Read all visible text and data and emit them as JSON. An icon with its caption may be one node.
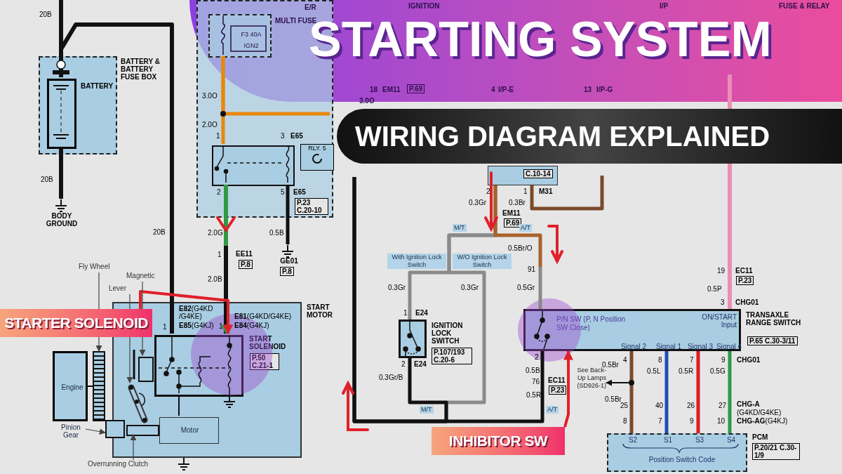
{
  "diagram": {
    "title": "STARTING SYSTEM",
    "nodes": [
      {
        "text": [
          "BATTERY & BATTERY FUSE BOX"
        ]
      },
      {
        "text": [
          "BATTERY"
        ],
        "in": 0
      },
      {
        "text": [
          "BODY GROUND"
        ]
      },
      {
        "text": [
          "E/R"
        ]
      },
      {
        "text": [
          "MULTI FUSE",
          "F3 40A",
          "IGN2"
        ],
        "in": 3
      },
      {
        "text": [],
        "shape": "box",
        "in": 3
      },
      {
        "text": [
          "GE01",
          "P.8"
        ]
      },
      {
        "text": [
          "START MOTOR"
        ]
      },
      {
        "text": [
          "START SOLENOID",
          "P.50 C.21-1"
        ],
        "in": 7
      },
      {
        "text": [
          "Engine"
        ]
      },
      {
        "text": [
          "Fly Wheel"
        ]
      },
      {
        "text": [],
        "shape": "bar"
      },
      {
        "text": [
          "Motor"
        ],
        "in": 7
      },
      {
        "text": [
          "IGNITION LOCK SWITCH",
          "P.107/193 C.20-6"
        ]
      },
      {
        "text": [
          "P/N SW (P, N Position SW Close)",
          "ON/START Input",
          "Signal 2",
          "Signal 1",
          "Signal 3",
          "Signal 4",
          "TRANSAXLE RANGE SWITCH",
          "P.65 C.30-3/11"
        ]
      },
      {
        "text": [
          "S2",
          "S1",
          "S3",
          "S4",
          "Position Switch Code",
          "PCM",
          "P.20/21 C.30-1/9"
        ]
      },
      {
        "text": [
          "STARTER SOLENOID"
        ]
      },
      {
        "text": [
          "INHIBITOR SW"
        ]
      },
      {
        "text": [
          "Magnetic"
        ]
      },
      {
        "text": [
          "Lever"
        ]
      },
      {
        "text": [
          "Pinion Gear"
        ]
      },
      {
        "text": [
          "Overrunning Clutch"
        ]
      },
      {
        "text": [
          "See Back-Up Lamps (SD926-1)"
        ]
      },
      {
        "text": [
          "C.10-14"
        ]
      },
      {
        "text": [],
        "shape": "box",
        "in": 7
      },
      {
        "text": [],
        "shape": "bar",
        "in": 7
      },
      {
        "text": [],
        "shape": "box"
      },
      {
        "text": [],
        "shape": "box",
        "in": 7
      }
    ],
    "edges": [
      {
        "from": null,
        "to": 1,
        "arrow": "none"
      },
      {
        "from": 1,
        "to": 8,
        "arrow": "none"
      },
      {
        "from": 1,
        "to": 2,
        "arrow": "none"
      },
      {
        "from": 4,
        "to": 5,
        "arrow": "none",
        "color": "#e8870c"
      },
      {
        "from": 4,
        "to": null,
        "arrow": "none",
        "color": "#e8870c"
      },
      {
        "from": 5,
        "to": 6,
        "arrow": "none"
      },
      {
        "from": 5,
        "to": 8,
        "arrow": "to",
        "color": "#2e9a45"
      },
      {
        "from": 8,
        "to": 12,
        "arrow": "none"
      },
      {
        "from": null,
        "to": 23,
        "arrow": "none",
        "color": "#7a4a2a"
      },
      {
        "from": 23,
        "to": 13,
        "arrow": "none",
        "color": "#8a8a8a"
      },
      {
        "from": 23,
        "to": null,
        "arrow": "none",
        "color": "#8a8a8a"
      },
      {
        "from": 23,
        "to": 14,
        "arrow": "none",
        "color": "#a8632a"
      },
      {
        "from": 13,
        "to": null,
        "arrow": "none"
      },
      {
        "from": 14,
        "to": null,
        "arrow": "none"
      },
      {
        "from": null,
        "to": 14,
        "arrow": "none",
        "color": "#e88fb5"
      },
      {
        "from": 14,
        "to": 15,
        "arrow": "none",
        "color": "#7a4a2a"
      },
      {
        "from": 14,
        "to": 15,
        "arrow": "none",
        "color": "#1f4fb0"
      },
      {
        "from": 14,
        "to": 15,
        "arrow": "none",
        "color": "#e01b1b"
      },
      {
        "from": 14,
        "to": 15,
        "arrow": "none",
        "color": "#2e9a45"
      },
      {
        "from": null,
        "to": 22,
        "arrow": "to"
      },
      {
        "from": 16,
        "to": 8,
        "arrow": "to",
        "color": "#e0202a"
      },
      {
        "from": 17,
        "to": 14,
        "arrow": "to",
        "color": "#e0202a"
      },
      {
        "from": 10,
        "to": 11,
        "arrow": "to",
        "color": "#444444"
      },
      {
        "from": 18,
        "to": 24,
        "arrow": "to",
        "color": "#444444"
      },
      {
        "from": 19,
        "to": 25,
        "arrow": "to",
        "color": "#444444"
      },
      {
        "from": 20,
        "to": 26,
        "arrow": "to",
        "color": "#444444"
      },
      {
        "from": 21,
        "to": 27,
        "arrow": "to",
        "color": "#444444"
      },
      {
        "from": 9,
        "to": 11,
        "arrow": "none"
      }
    ],
    "labels": [
      "WIRING DIAGRAM EXPLAINED",
      "IGNITION",
      "I/P",
      "FUSE & RELAY",
      "18",
      "EM11",
      "P.69",
      "3.0O",
      "4",
      "I/P-E",
      "13",
      "I/P-G",
      "20B",
      "20B",
      "20B",
      "3.0O",
      "2.0O",
      "1",
      "3",
      "E65",
      "RLY. 5",
      "2",
      "5",
      "E65",
      "P.23 C.20-10",
      "2.0G",
      "0.5B",
      "1",
      "EE11",
      "P.8",
      "2.0B",
      "**E82**(G4KD /G4KE)",
      "1",
      "**E85**(G4KJ)",
      "**E81**(G4KD/G4KE)",
      "1",
      "**E84**(G4KJ)",
      "0.3Gr",
      "0.3Br",
      "2",
      "1",
      "M31",
      "EM11",
      "P.69",
      "M/T",
      "A/T",
      "0.5Br/O",
      "With Ignition Lock Switch",
      "W/O Ignition Lock Switch",
      "91",
      "0.3Gr",
      "0.3Gr",
      "0.5Gr",
      "1",
      "E24",
      "2",
      "E24",
      "0.3Gr/B",
      "2",
      "0.5B",
      "76",
      "EC11",
      "P.23",
      "0.5R",
      "M/T",
      "A/T",
      "19",
      "EC11",
      "P.23",
      "0.5P",
      "3",
      "CHG01",
      "4",
      "8",
      "7",
      "9",
      "CHG01",
      "0.5Br",
      "0.5L",
      "0.5R",
      "0.5G",
      "0.5Br",
      "25",
      "40",
      "26",
      "27",
      "CHG-A",
      "(G4KD/G4KE)",
      "8",
      "7",
      "9",
      "10",
      "**CHG-AG**(G4KJ)"
    ]
  }
}
